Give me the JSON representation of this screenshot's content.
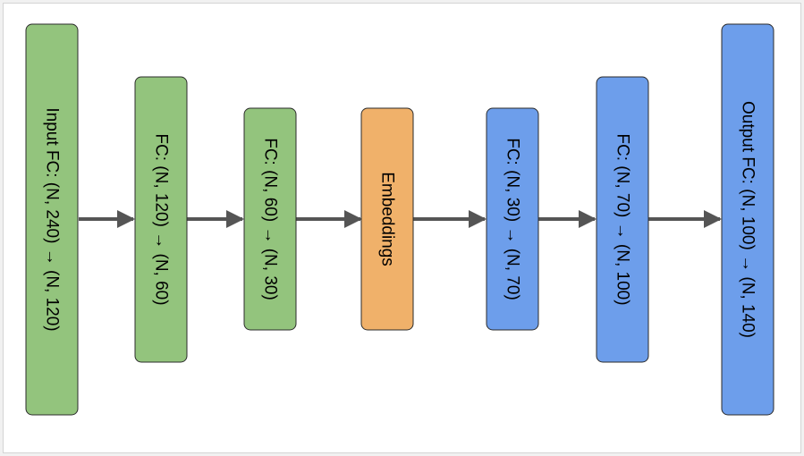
{
  "colors": {
    "green": "#93c47d",
    "orange": "#f0b16a",
    "blue": "#6d9eeb",
    "arrow": "#555555",
    "border": "#2b2b2b"
  },
  "blocks": [
    {
      "id": "input-fc",
      "label": "Input FC: (N, 240) → (N, 120)",
      "color": "green"
    },
    {
      "id": "fc-1",
      "label": "FC: (N, 120) → (N, 60)",
      "color": "green"
    },
    {
      "id": "fc-2",
      "label": "FC: (N, 60) → (N, 30)",
      "color": "green"
    },
    {
      "id": "embeddings",
      "label": "Embeddings",
      "color": "orange"
    },
    {
      "id": "fc-3",
      "label": "FC: (N, 30) → (N, 70)",
      "color": "blue"
    },
    {
      "id": "fc-4",
      "label": "FC: (N, 70) → (N, 100)",
      "color": "blue"
    },
    {
      "id": "output-fc",
      "label": "Output FC: (N, 100) → (N, 140)",
      "color": "blue"
    }
  ]
}
